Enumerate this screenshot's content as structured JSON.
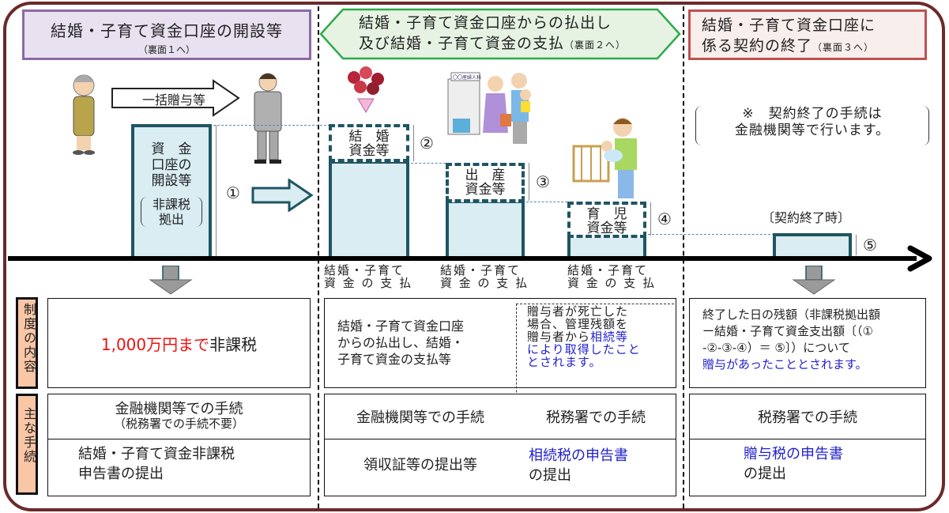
{
  "headers": {
    "col1": {
      "title": "結婚・子育て資金口座の開設等",
      "sub": "（裏面１へ）"
    },
    "col2": {
      "line1": "結婚・子育て資金口座からの払出し",
      "line2": "及び結婚・子育て資金の支払",
      "sub": "（裏面２へ）"
    },
    "col3": {
      "line1": "結婚・子育て資金口座に",
      "line2": "係る契約の終了",
      "sub": "（裏面３へ）"
    }
  },
  "timeline": {
    "gift_arrow_label": "一括贈与等",
    "bar1": {
      "lines": [
        "資　金",
        "口座の",
        "開設等"
      ],
      "paren": [
        "非課税",
        "拠出"
      ],
      "marker": "①"
    },
    "bar2": {
      "lines": [
        "結　婚",
        "資金等"
      ],
      "marker": "②",
      "caption": [
        "結婚・子育て",
        "資 金 の 支 払"
      ]
    },
    "bar3": {
      "lines": [
        "出　産",
        "資金等"
      ],
      "marker": "③",
      "caption": [
        "結婚・子育て",
        "資 金 の 支 払"
      ]
    },
    "bar4": {
      "lines": [
        "育　児",
        "資金等"
      ],
      "marker": "④",
      "caption": [
        "結婚・子育て",
        "資 金 の 支 払"
      ]
    },
    "bar5": {
      "label": "〔契約終了時〕",
      "marker": "⑤"
    },
    "note": [
      "※　契約終了の手続は",
      "金融機関等で行います。"
    ],
    "hospital_sign": "〇〇産婦人科"
  },
  "rows": {
    "row1_label": "制度の内容",
    "row2_label": "主な手続",
    "col1": {
      "content_red": "1,000万円まで",
      "content_black": "非課税",
      "proc_top": "金融機関等での手続",
      "proc_top_sub": "（税務署での手続不要）",
      "proc_bottom": [
        "結婚・子育て資金非課税",
        "申告書の提出"
      ]
    },
    "col2": {
      "content_left": [
        "結婚・子育て資金口座",
        "からの払出し、結婚・",
        "子育て資金の支払等"
      ],
      "content_right_black": [
        "贈与者が死亡した",
        "場合、管理残額を",
        "贈与者から"
      ],
      "content_right_blue": [
        "相続等",
        "により取得したこと",
        "とされます。"
      ],
      "proc_left_top": "金融機関等での手続",
      "proc_right_top": "税務署での手続",
      "proc_left_bottom": "領収証等の提出等",
      "proc_right_bottom_blue": "相続税の申告書",
      "proc_right_bottom_black": "の提出"
    },
    "col3": {
      "content_black": [
        "終了した日の残額（非課税拠出額",
        "ー結婚・子育て資金支出額〔（①",
        "-②-③-④）＝ ⑤〕）について"
      ],
      "content_blue": "贈与があったこととされます。",
      "proc_top": "税務署での手続",
      "proc_bottom_blue": "贈与税の申告書",
      "proc_bottom_black": "の提出"
    }
  },
  "colors": {
    "frame": "#6b2a2a",
    "bar_fill": "#d9edf3",
    "bar_border": "#1f5563",
    "highlight_red": "#ee1111",
    "highlight_blue": "#2222cc",
    "side_label": "#f9c6a6"
  }
}
